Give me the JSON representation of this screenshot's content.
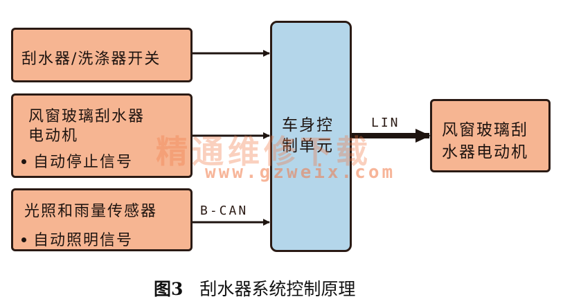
{
  "diagram": {
    "inputs": [
      {
        "lines": [
          "刮水器/洗涤器开关"
        ],
        "bullets": []
      },
      {
        "lines": [
          "风窗玻璃刮水器",
          "电动机"
        ],
        "bullets": [
          "自动停止信号"
        ]
      },
      {
        "lines": [
          "光照和雨量传感器"
        ],
        "bullets": [
          "自动照明信号"
        ]
      }
    ],
    "controller": {
      "lines": [
        "车身控",
        "制单元"
      ]
    },
    "output": {
      "lines": [
        "风窗玻璃刮",
        "水器电动机"
      ]
    },
    "links": {
      "lin": "LIN",
      "bcan": "B-CAN"
    },
    "caption": {
      "number": "图3",
      "title": "刮水器系统控制原理"
    },
    "watermark": {
      "cn": "精通维修下载",
      "url": "www.gzweix.com"
    },
    "colors": {
      "input_fill": "#f6b592",
      "controller_fill": "#b4d6ea",
      "stroke": "#2a1a14"
    }
  }
}
